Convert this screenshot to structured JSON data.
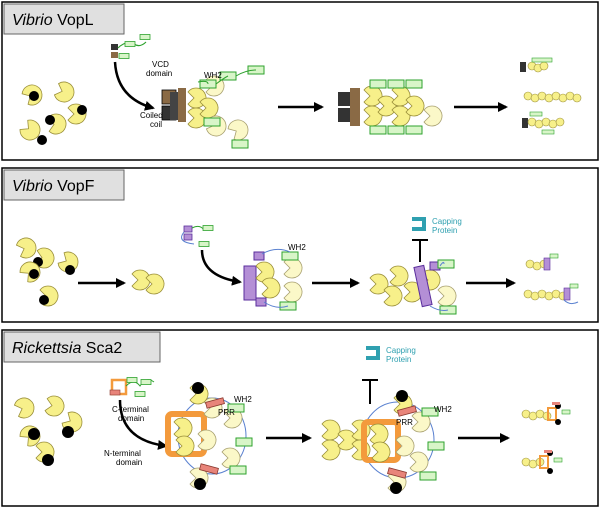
{
  "panels": [
    {
      "title_italic": "Vibrio",
      "title_rest": " VopL"
    },
    {
      "title_italic": "Vibrio",
      "title_rest": " VopF"
    },
    {
      "title_italic": "Rickettsia",
      "title_rest": " Sca2"
    }
  ],
  "labels": {
    "vcd_line1": "VCD",
    "vcd_line2": "domain",
    "wh2": "WH2",
    "coiled_line1": "Coiled",
    "coiled_line2": "coil",
    "capping_line1": "Capping",
    "capping_line2": "Protein",
    "prr": "PRR",
    "cterm_line1": "C-terminal",
    "cterm_line2": "domain",
    "nterm_line1": "N-terminal",
    "nterm_line2": "domain"
  },
  "colors": {
    "actin": "#f7f08a",
    "actin_pale": "#fbf8c8",
    "nucleotide": "#000000",
    "wh2_box": "#d8f5c8",
    "wh2_stroke": "#2ea22e",
    "vopf_domain": "#b48fd6",
    "vopf_stroke": "#5a2e9c",
    "vopl_dark": "#333333",
    "vopl_brown": "#8a6a45",
    "sca2_orange": "#f39a3c",
    "prr_red": "#e8847a",
    "linker_blue": "#5b82d0",
    "capping": "#2fa0b0",
    "panel_header_bg": "#e0e0e0"
  }
}
